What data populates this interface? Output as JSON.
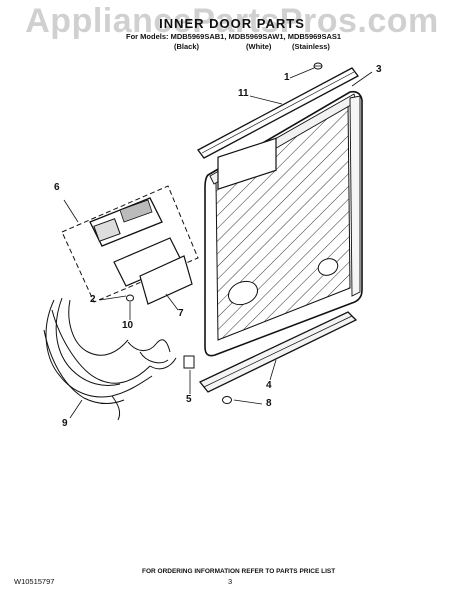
{
  "watermark": "AppliancePartsPros.com",
  "header": {
    "title": "INNER DOOR PARTS",
    "models_line": "For Models: MDB5969SAB1, MDB5969SAW1, MDB5969SAS1",
    "variants": [
      "(Black)",
      "(White)",
      "(Stainless)"
    ]
  },
  "callouts": [
    "1",
    "3",
    "11",
    "6",
    "2",
    "7",
    "10",
    "9",
    "5",
    "4",
    "8"
  ],
  "footer": {
    "note": "FOR ORDERING INFORMATION REFER TO PARTS PRICE LIST",
    "doc_number": "W10515797",
    "page": "3"
  }
}
